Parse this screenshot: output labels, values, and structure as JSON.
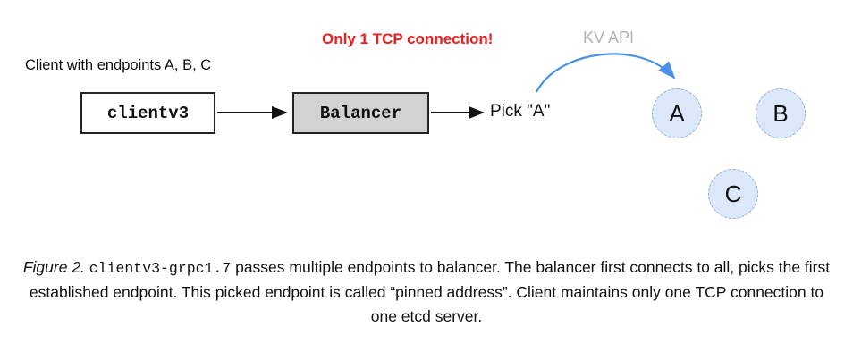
{
  "diagram": {
    "tcp_note": "Only 1 TCP connection!",
    "kv_api_label": "KV API",
    "client_label": "Client with endpoints A, B, C",
    "clientv3_box": "clientv3",
    "balancer_box": "Balancer",
    "pick_label": "Pick \"A\"",
    "endpoints": [
      {
        "label": "A"
      },
      {
        "label": "B"
      },
      {
        "label": "C"
      }
    ]
  },
  "caption": {
    "figure_label": "Figure 2.",
    "code_text": "clientv3-grpc1.7",
    "body": " passes multiple endpoints to balancer. The balancer first connects to all, picks the first established endpoint. This picked endpoint is called “pinned address”. Client maintains only one TCP connection to one etcd server."
  },
  "colors": {
    "tcp_note_red": "#ee1c1c",
    "kv_api_gray": "#b3b3b3",
    "balancer_fill": "#d2d2d2",
    "endpoint_fill": "#dbe8fa",
    "endpoint_border": "#94aecf",
    "kv_arrow_blue": "#4a90e2",
    "arrow_black": "#111111"
  }
}
